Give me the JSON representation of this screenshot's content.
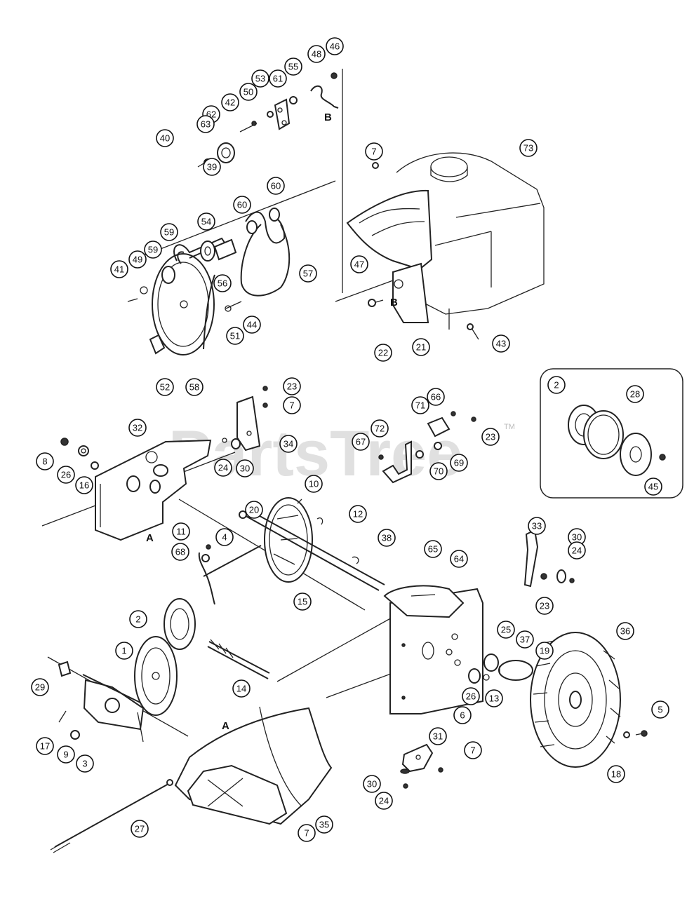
{
  "watermark": {
    "text": "PartsTree",
    "tm": "TM"
  },
  "section_letters": [
    {
      "id": "B-top",
      "text": "B"
    },
    {
      "id": "B-engine",
      "text": "B"
    },
    {
      "id": "A-frame",
      "text": "A"
    },
    {
      "id": "A-shroud",
      "text": "A"
    }
  ],
  "inset_label": "2",
  "callouts": [
    "46",
    "48",
    "55",
    "53",
    "61",
    "50",
    "42",
    "62",
    "63",
    "40",
    "39",
    "7",
    "73",
    "60",
    "60",
    "54",
    "59",
    "59",
    "49",
    "41",
    "56",
    "57",
    "47",
    "51",
    "44",
    "52",
    "58",
    "22",
    "21",
    "43",
    "23",
    "7",
    "32",
    "34",
    "8",
    "26",
    "16",
    "24",
    "30",
    "20",
    "10",
    "11",
    "4",
    "12",
    "68",
    "15",
    "2",
    "1",
    "29",
    "17",
    "9",
    "3",
    "14",
    "27",
    "35",
    "7",
    "38",
    "65",
    "64",
    "33",
    "30",
    "24",
    "23",
    "71",
    "66",
    "72",
    "67",
    "23",
    "69",
    "70",
    "25",
    "37",
    "19",
    "36",
    "26",
    "13",
    "6",
    "31",
    "7",
    "30",
    "24",
    "5",
    "18",
    "28",
    "45"
  ]
}
